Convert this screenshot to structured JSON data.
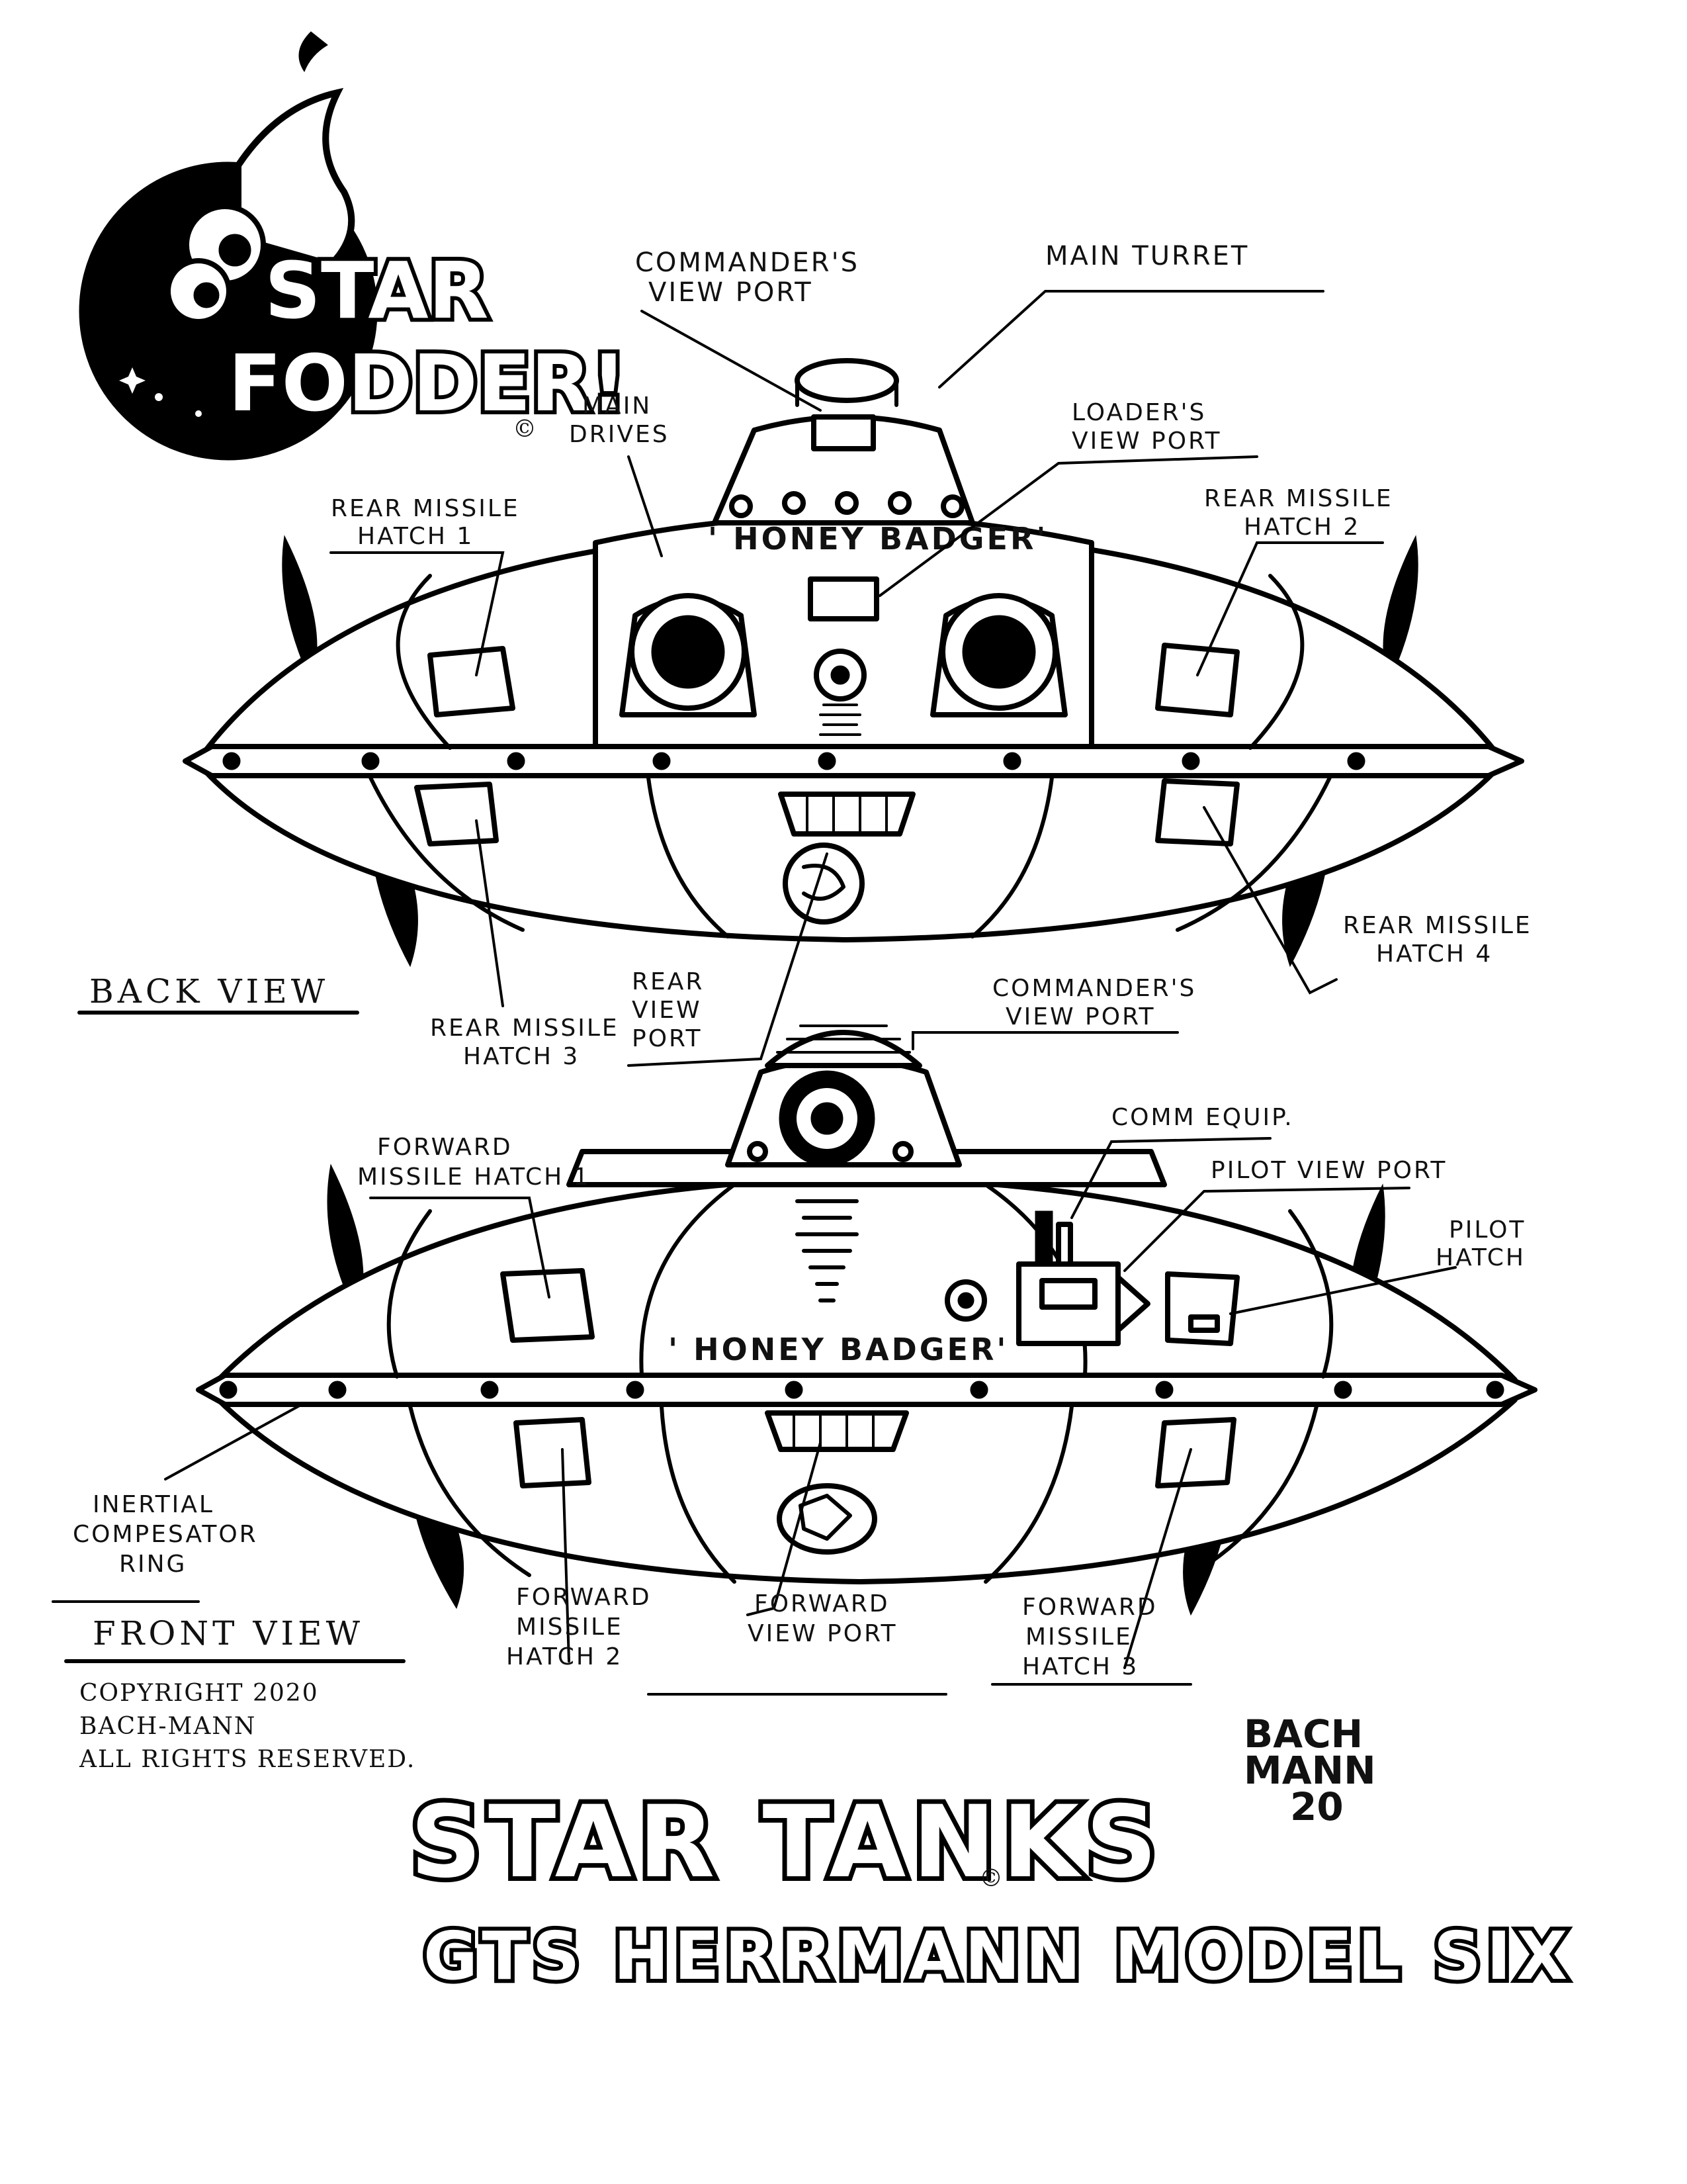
{
  "logo": {
    "line1": "STAR",
    "line2": "FODDER!",
    "mark": "©"
  },
  "back_view": {
    "title": "BACK VIEW",
    "ship_name": "' HONEY BADGER'",
    "labels": {
      "commanders_view_port": [
        "COMMANDER'S",
        "VIEW PORT"
      ],
      "main_turret": [
        "MAIN TURRET"
      ],
      "main_drives": [
        "MAIN",
        "DRIVES"
      ],
      "loaders_view_port": [
        "LOADER'S",
        "VIEW PORT"
      ],
      "rear_missile_hatch_1": [
        "REAR MISSILE",
        "HATCH 1"
      ],
      "rear_missile_hatch_2": [
        "REAR MISSILE",
        "HATCH 2"
      ],
      "rear_missile_hatch_3": [
        "REAR MISSILE",
        "HATCH 3"
      ],
      "rear_missile_hatch_4": [
        "REAR MISSILE",
        "HATCH 4"
      ],
      "rear_view_port": [
        "REAR",
        "VIEW",
        "PORT"
      ]
    }
  },
  "front_view": {
    "title": "FRONT VIEW",
    "ship_name": "' HONEY BADGER'",
    "labels": {
      "commanders_view_port": [
        "COMMANDER'S",
        "VIEW PORT"
      ],
      "comm_equip": [
        "COMM EQUIP."
      ],
      "pilot_view_port": [
        "PILOT VIEW PORT"
      ],
      "pilot_hatch": [
        "PILOT",
        "HATCH"
      ],
      "forward_missile_hatch_1": [
        "FORWARD",
        "MISSILE HATCH 1"
      ],
      "inertial_compensator_ring": [
        "INERTIAL",
        "COMPESATOR",
        "RING"
      ],
      "forward_missile_hatch_2": [
        "FORWARD",
        "MISSILE",
        "HATCH 2"
      ],
      "forward_view_port": [
        "FORWARD",
        "VIEW PORT"
      ],
      "forward_missile_hatch_3": [
        "FORWARD",
        "MISSILE",
        "HATCH 3"
      ]
    }
  },
  "copyright": [
    "COPYRIGHT 2020",
    "BACH-MANN",
    "ALL RIGHTS RESERVED."
  ],
  "signature": [
    "BACH",
    "MANN",
    "20"
  ],
  "title": {
    "main": "STAR TANKS",
    "mark": "©",
    "subtitle": "GTS HERRMANN MODEL SIX"
  }
}
